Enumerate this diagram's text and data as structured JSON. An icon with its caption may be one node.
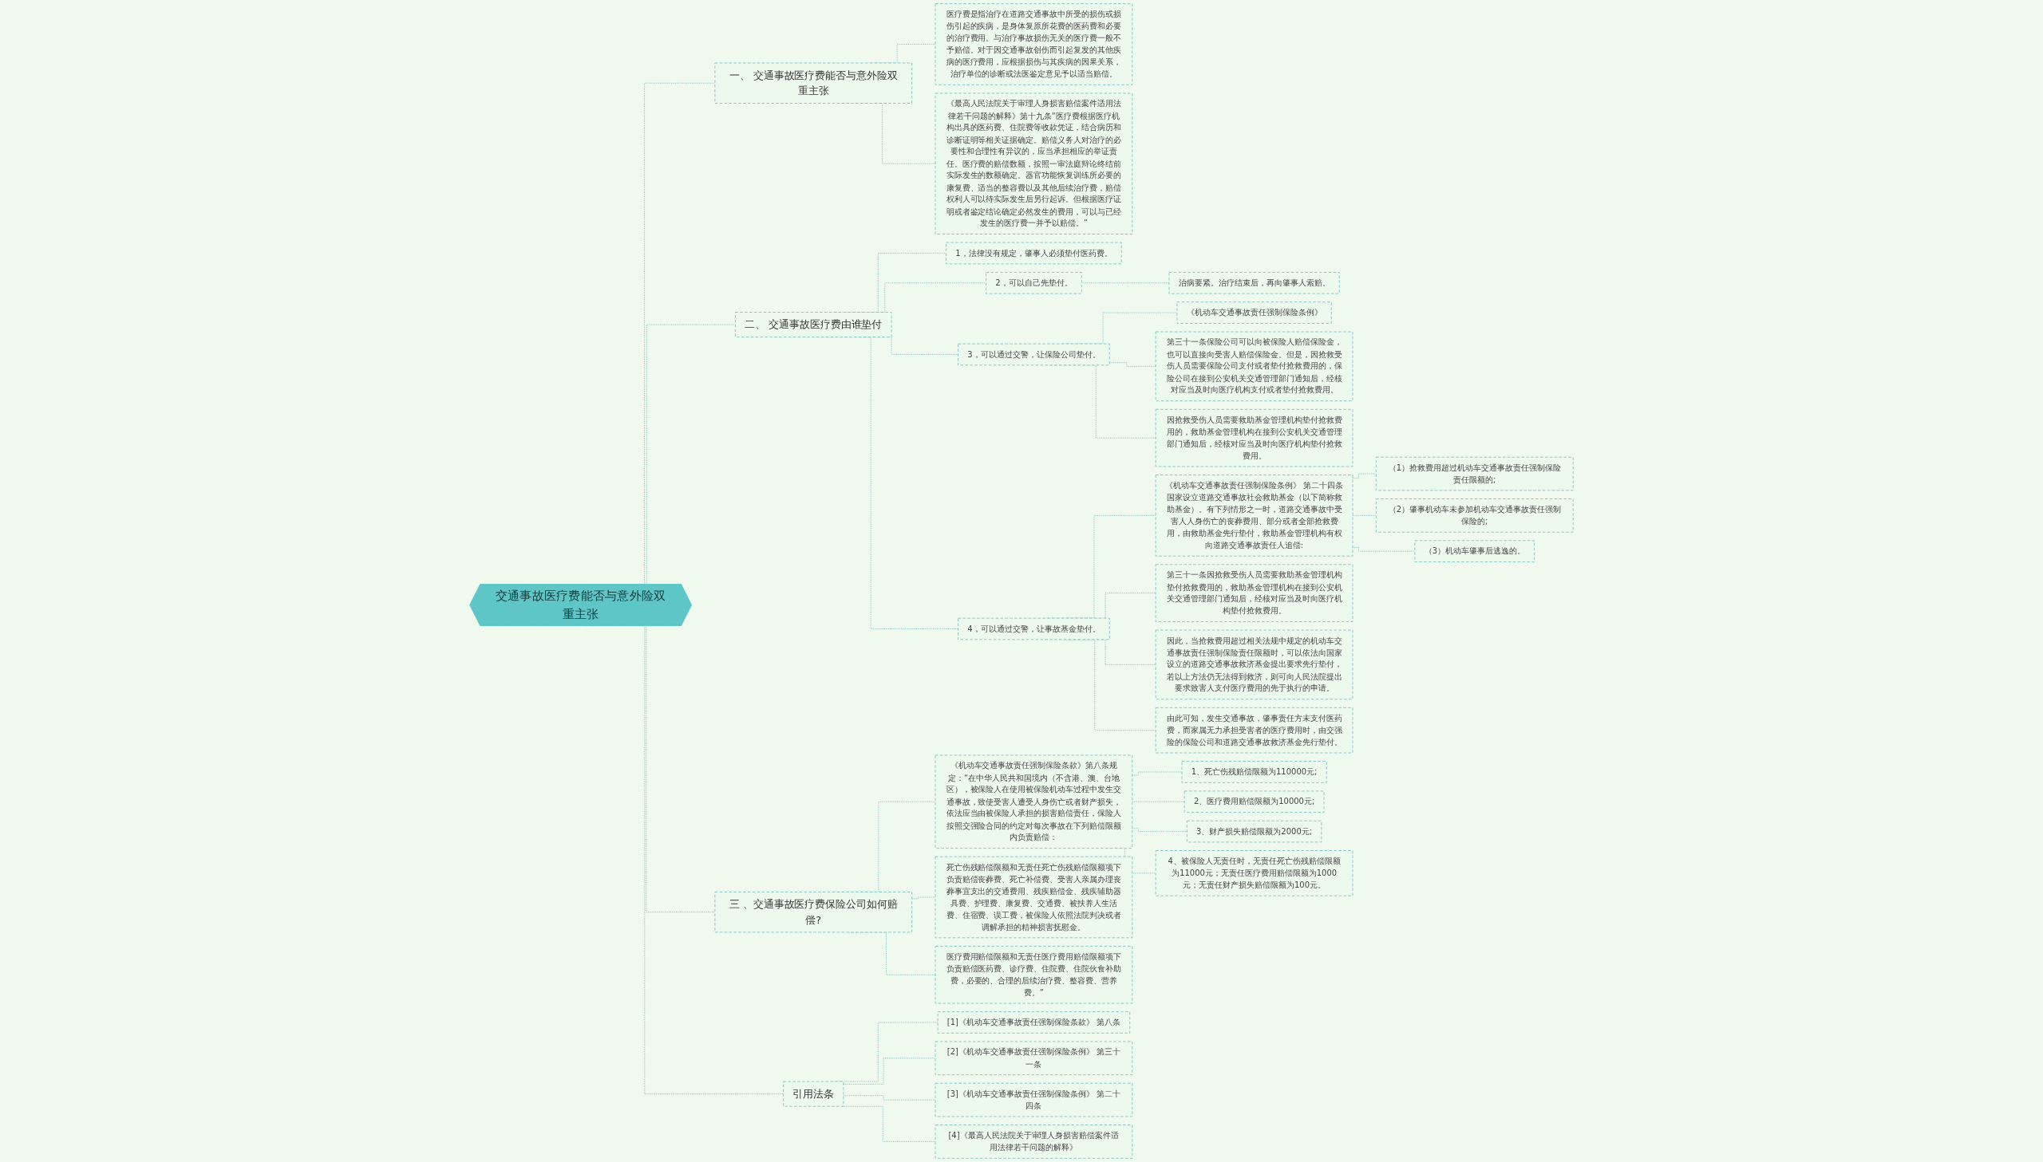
{
  "diagram": {
    "nodes": [
      {
        "text": [
          "交通事故医疗费能否与意外险双重主张"
        ]
      },
      {
        "text": [
          "一、 交通事故医疗费能否与意外险双重主张"
        ]
      },
      {
        "text": [
          "医疗费是指治疗在道路交通事故中所受的损伤或损伤引起的疾病，是身体复原所花费的医药费和必要的治疗费用。与治疗事故损伤无关的医疗费一般不予赔偿。对于因交通事故创伤而引起复发的其他疾病的医疗费用，应根据损伤与其疾病的因果关系，治疗单位的诊断或法医鉴定意见予以适当赔偿。"
        ]
      },
      {
        "text": [
          "《最高人民法院关于审理人身损害赔偿案件适用法律若干问题的解释》第十九条“医疗费根据医疗机构出具的医药费、住院费等收款凭证，结合病历和诊断证明等相关证据确定。赔偿义务人对治疗的必要性和合理性有异议的，应当承担相应的举证责任。医疗费的赔偿数额，按照一审法庭辩论终结前实际发生的数额确定。器官功能恢复训练所必要的康复费、适当的整容费以及其他后续治疗费，赔偿权利人可以待实际发生后另行起诉。但根据医疗证明或者鉴定结论确定必然发生的费用，可以与已经发生的医疗费一并予以赔偿。”"
        ]
      },
      {
        "text": [
          "二、 交通事故医疗费由谁垫付"
        ]
      },
      {
        "text": [
          "1，法律没有规定，肇事人必须垫付医药费。"
        ]
      },
      {
        "text": [
          "2，可以自己先垫付。"
        ]
      },
      {
        "text": [
          "治病要紧。治疗结束后，再向肇事人索赔。"
        ]
      },
      {
        "text": [
          "3，可以通过交警，让保险公司垫付。"
        ]
      },
      {
        "text": [
          "《机动车交通事故责任强制保险条例》"
        ]
      },
      {
        "text": [
          "第三十一条保险公司可以向被保险人赔偿保险金，也可以直接向受害人赔偿保险金。但是，因抢救受伤人员需要保险公司支付或者垫付抢救费用的，保险公司在接到公安机关交通管理部门通知后，经核对应当及时向医疗机构支付或者垫付抢救费用。"
        ]
      },
      {
        "text": [
          "因抢救受伤人员需要救助基金管理机构垫付抢救费用的，救助基金管理机构在接到公安机关交通管理部门通知后，经核对应当及时向医疗机构垫付抢救费用。"
        ]
      },
      {
        "text": [
          "4，可以通过交警，让事故基金垫付。"
        ]
      },
      {
        "text": [
          "《机动车交通事故责任强制保险条例》 第二十四条国家设立道路交通事故社会救助基金（以下简称救助基金）。有下列情形之一时，道路交通事故中受害人人身伤亡的丧葬费用、部分或者全部抢救费用，由救助基金先行垫付，救助基金管理机构有权向道路交通事故责任人追偿:"
        ]
      },
      {
        "text": [
          "（1）抢救费用超过机动车交通事故责任强制保险责任限额的;"
        ]
      },
      {
        "text": [
          "（2）肇事机动车未参加机动车交通事故责任强制保险的;"
        ]
      },
      {
        "text": [
          "（3）机动车肇事后逃逸的。"
        ]
      },
      {
        "text": [
          "第三十一条因抢救受伤人员需要救助基金管理机构垫付抢救费用的，救助基金管理机构在接到公安机关交通管理部门通知后，经核对应当及时向医疗机构垫付抢救费用。"
        ]
      },
      {
        "text": [
          "因此，当抢救费用超过相关法规中规定的机动车交通事故责任强制保险责任限额时，可以依法向国家设立的道路交通事故救济基金提出要求先行垫付，若以上方法仍无法得到救济，则可向人民法院提出要求致害人支付医疗费用的先于执行的申请。"
        ]
      },
      {
        "text": [
          "由此可知，发生交通事故，肇事责任方未支付医药费，而家属无力承担受害者的医疗费用时，由交强险的保险公司和道路交通事故救济基金先行垫付。"
        ]
      },
      {
        "text": [
          "三 、交通事故医疗费保险公司如何赔偿?"
        ]
      },
      {
        "text": [
          "《机动车交通事故责任强制保险条款》第八条规定：“在中华人民共和国境内（不含港、澳、台地区），被保险人在使用被保险机动车过程中发生交通事故，致使受害人遭受人身伤亡或者财产损失，依法应当由被保险人承担的损害赔偿责任，保险人按照交强险合同的约定对每次事故在下列赔偿限额内负责赔偿："
        ]
      },
      {
        "text": [
          "1、死亡伤残赔偿限额为110000元;"
        ]
      },
      {
        "text": [
          "2、医疗费用赔偿限额为10000元;"
        ]
      },
      {
        "text": [
          "3、财产损失赔偿限额为2000元;"
        ]
      },
      {
        "text": [
          "4、被保险人无责任时，无责任死亡伤残赔偿限额为11000元；无责任医疗费用赔偿限额为1000元；无责任财产损失赔偿限额为100元。"
        ]
      },
      {
        "text": [
          "死亡伤残赔偿限额和无责任死亡伤残赔偿限额项下负责赔偿丧葬费、死亡补偿费、受害人亲属办理丧葬事宜支出的交通费用、残疾赔偿金、残疾辅助器具费、护理费、康复费、交通费、被扶养人生活费、住宿费、误工费，被保险人依照法院判决或者调解承担的精神损害抚慰金。"
        ]
      },
      {
        "text": [
          "医疗费用赔偿限额和无责任医疗费用赔偿限额项下负责赔偿医药费、诊疗费、住院费、住院伙食补助费，必要的、合理的后续治疗费、整容费、营养费。”"
        ]
      },
      {
        "text": [
          "引用法条"
        ]
      },
      {
        "text": [
          "[1]《机动车交通事故责任强制保险条款》 第八条"
        ]
      },
      {
        "text": [
          "[2]《机动车交通事故责任强制保险条例》 第三十一条"
        ]
      },
      {
        "text": [
          "[3]《机动车交通事故责任强制保险条例》 第二十四条"
        ]
      },
      {
        "text": [
          "[4]《最高人民法院关于审理人身损害赔偿案件适用法律若干问题的解释》"
        ]
      }
    ],
    "edges": [
      {
        "from": 0,
        "to": 1,
        "arrow": "none",
        "style": "dashed"
      },
      {
        "from": 1,
        "to": 2,
        "arrow": "none",
        "style": "dashed"
      },
      {
        "from": 1,
        "to": 3,
        "arrow": "none",
        "style": "dashed"
      },
      {
        "from": 0,
        "to": 4,
        "arrow": "none",
        "style": "dashed"
      },
      {
        "from": 4,
        "to": 5,
        "arrow": "none",
        "style": "dashed"
      },
      {
        "from": 4,
        "to": 6,
        "arrow": "none",
        "style": "dashed"
      },
      {
        "from": 6,
        "to": 7,
        "arrow": "none",
        "style": "dashed"
      },
      {
        "from": 4,
        "to": 8,
        "arrow": "none",
        "style": "dashed"
      },
      {
        "from": 8,
        "to": 9,
        "arrow": "none",
        "style": "dashed"
      },
      {
        "from": 8,
        "to": 10,
        "arrow": "none",
        "style": "dashed"
      },
      {
        "from": 8,
        "to": 11,
        "arrow": "none",
        "style": "dashed"
      },
      {
        "from": 4,
        "to": 12,
        "arrow": "none",
        "style": "dashed"
      },
      {
        "from": 12,
        "to": 13,
        "arrow": "none",
        "style": "dashed"
      },
      {
        "from": 13,
        "to": 14,
        "arrow": "none",
        "style": "dashed"
      },
      {
        "from": 13,
        "to": 15,
        "arrow": "none",
        "style": "dashed"
      },
      {
        "from": 13,
        "to": 16,
        "arrow": "none",
        "style": "dashed"
      },
      {
        "from": 12,
        "to": 17,
        "arrow": "none",
        "style": "dashed"
      },
      {
        "from": 12,
        "to": 18,
        "arrow": "none",
        "style": "dashed"
      },
      {
        "from": 12,
        "to": 19,
        "arrow": "none",
        "style": "dashed"
      },
      {
        "from": 0,
        "to": 20,
        "arrow": "none",
        "style": "dashed"
      },
      {
        "from": 20,
        "to": 21,
        "arrow": "none",
        "style": "dashed"
      },
      {
        "from": 21,
        "to": 22,
        "arrow": "none",
        "style": "dashed"
      },
      {
        "from": 21,
        "to": 23,
        "arrow": "none",
        "style": "dashed"
      },
      {
        "from": 21,
        "to": 24,
        "arrow": "none",
        "style": "dashed"
      },
      {
        "from": 21,
        "to": 25,
        "arrow": "none",
        "style": "dashed"
      },
      {
        "from": 20,
        "to": 26,
        "arrow": "none",
        "style": "dashed"
      },
      {
        "from": 20,
        "to": 27,
        "arrow": "none",
        "style": "dashed"
      },
      {
        "from": 0,
        "to": 28,
        "arrow": "none",
        "style": "dashed"
      },
      {
        "from": 28,
        "to": 29,
        "arrow": "none",
        "style": "dashed"
      },
      {
        "from": 28,
        "to": 30,
        "arrow": "none",
        "style": "dashed"
      },
      {
        "from": 28,
        "to": 31,
        "arrow": "none",
        "style": "dashed"
      },
      {
        "from": 28,
        "to": 32,
        "arrow": "none",
        "style": "dashed"
      }
    ]
  }
}
